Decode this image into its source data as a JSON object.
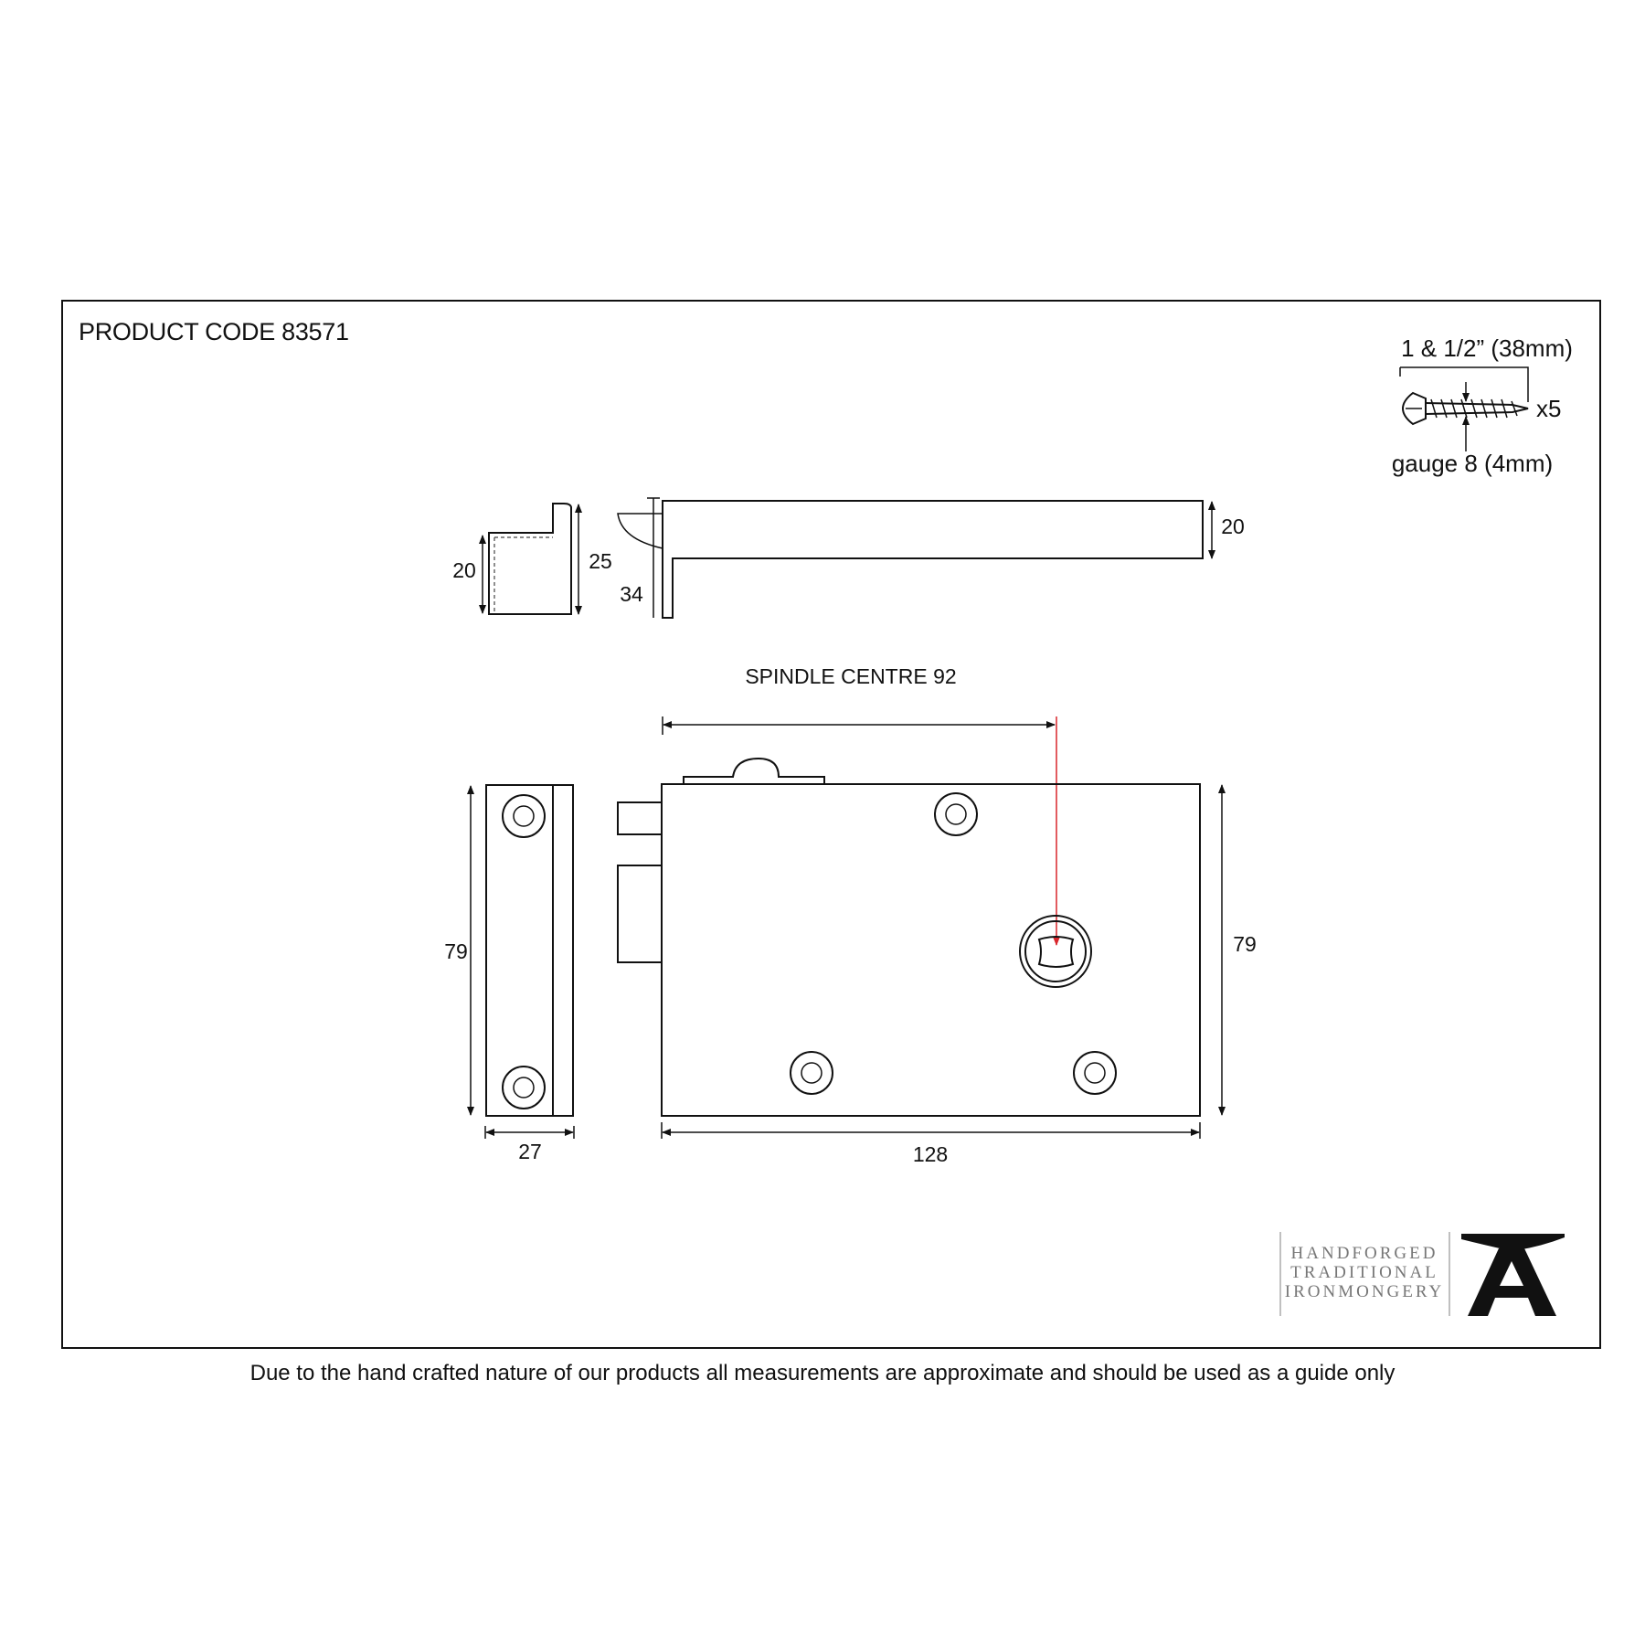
{
  "product_code": "PRODUCT CODE 83571",
  "disclaimer": "Due to the hand crafted nature of our products all measurements are approximate and should be used as a guide only",
  "screw": {
    "length": "1 & 1/2” (38mm)",
    "quantity": "x5",
    "gauge": "gauge 8 (4mm)"
  },
  "dimensions": {
    "keep_front_height": "20",
    "keep_side_height": "25",
    "bolt_height": "34",
    "case_depth": "20",
    "spindle_centre": "SPINDLE CENTRE 92",
    "keep_height": "79",
    "keep_width": "27",
    "case_width": "128",
    "case_height": "79"
  },
  "brand": {
    "line1": "HANDFORGED",
    "line2": "TRADITIONAL",
    "line3": "IRONMONGERY",
    "logo": "anvil-logo"
  },
  "colors": {
    "lines": "#111111",
    "spindle_marker": "#d9262c",
    "brand_text": "#777777"
  }
}
